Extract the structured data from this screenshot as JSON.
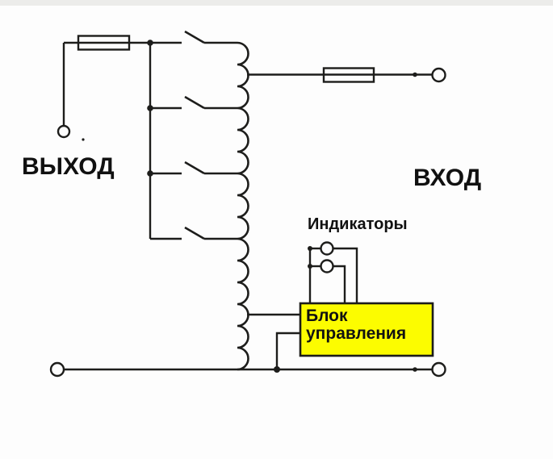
{
  "labels": {
    "output": "ВЫХОД",
    "input": "ВХОД",
    "indicators": "Индикаторы",
    "control_block": [
      "Блок",
      "управления"
    ]
  },
  "colors": {
    "wire": "#1d1d1b",
    "control_block_fill": "#fcfc00",
    "background": "#fdfdfd"
  },
  "components": {
    "fuse_count": 2,
    "selector_switch_count": 4,
    "indicator_lamp_count": 2,
    "terminal_count": 4,
    "transformer_winding_count": 1,
    "control_block_count": 1
  }
}
